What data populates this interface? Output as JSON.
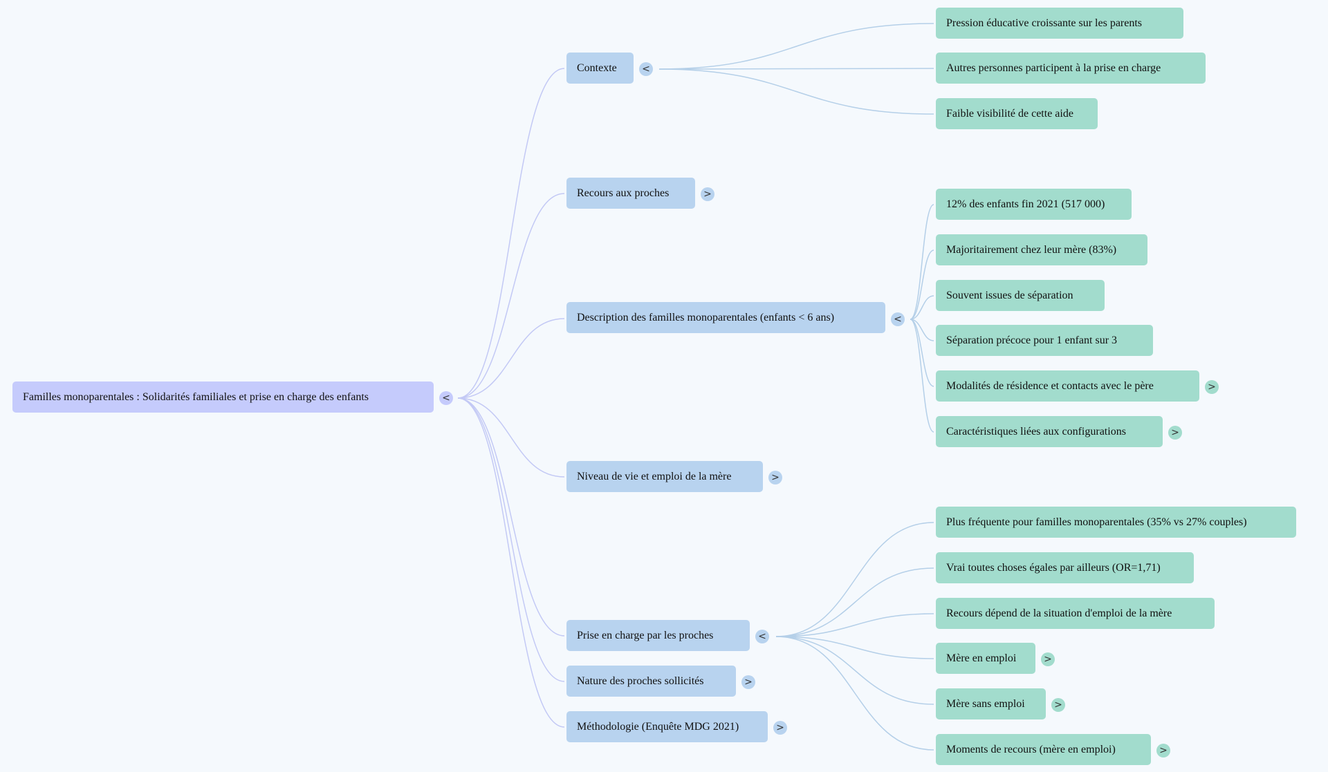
{
  "root": {
    "label": "Familles monoparentales : Solidarités familiales et prise en charge des enfants",
    "toggle": "<"
  },
  "branches": [
    {
      "label": "Contexte",
      "toggle": "<",
      "children": [
        {
          "label": "Pression éducative croissante sur les parents",
          "toggle": ""
        },
        {
          "label": "Autres personnes participent à la prise en charge",
          "toggle": ""
        },
        {
          "label": "Faible visibilité de cette aide",
          "toggle": ""
        }
      ]
    },
    {
      "label": "Recours aux proches",
      "toggle": ">",
      "children": []
    },
    {
      "label": "Description des familles monoparentales (enfants < 6 ans)",
      "toggle": "<",
      "children": [
        {
          "label": "12% des enfants fin 2021 (517 000)",
          "toggle": ""
        },
        {
          "label": "Majoritairement chez leur mère (83%)",
          "toggle": ""
        },
        {
          "label": "Souvent issues de séparation",
          "toggle": ""
        },
        {
          "label": "Séparation précoce pour 1 enfant sur 3",
          "toggle": ""
        },
        {
          "label": "Modalités de résidence et contacts avec le père",
          "toggle": ">"
        },
        {
          "label": "Caractéristiques liées aux configurations",
          "toggle": ">"
        }
      ]
    },
    {
      "label": "Niveau de vie et emploi de la mère",
      "toggle": ">",
      "children": []
    },
    {
      "label": "Prise en charge par les proches",
      "toggle": "<",
      "children": [
        {
          "label": "Plus fréquente pour familles monoparentales (35% vs 27% couples)",
          "toggle": ""
        },
        {
          "label": "Vrai toutes choses égales par ailleurs (OR=1,71)",
          "toggle": ""
        },
        {
          "label": "Recours dépend de la situation d'emploi de la mère",
          "toggle": ""
        },
        {
          "label": "Mère en emploi",
          "toggle": ">"
        },
        {
          "label": "Mère sans emploi",
          "toggle": ">"
        },
        {
          "label": "Moments de recours (mère en emploi)",
          "toggle": ">"
        }
      ]
    },
    {
      "label": "Nature des proches sollicités",
      "toggle": ">",
      "children": []
    },
    {
      "label": "Méthodologie (Enquête MDG 2021)",
      "toggle": ">",
      "children": []
    }
  ],
  "colors": {
    "root": "#c5cbfc",
    "level1": "#b8d3ef",
    "level2": "#a2dccd",
    "edge_root": "#c3c9f5",
    "edge_l1": "#b4cfe8"
  }
}
